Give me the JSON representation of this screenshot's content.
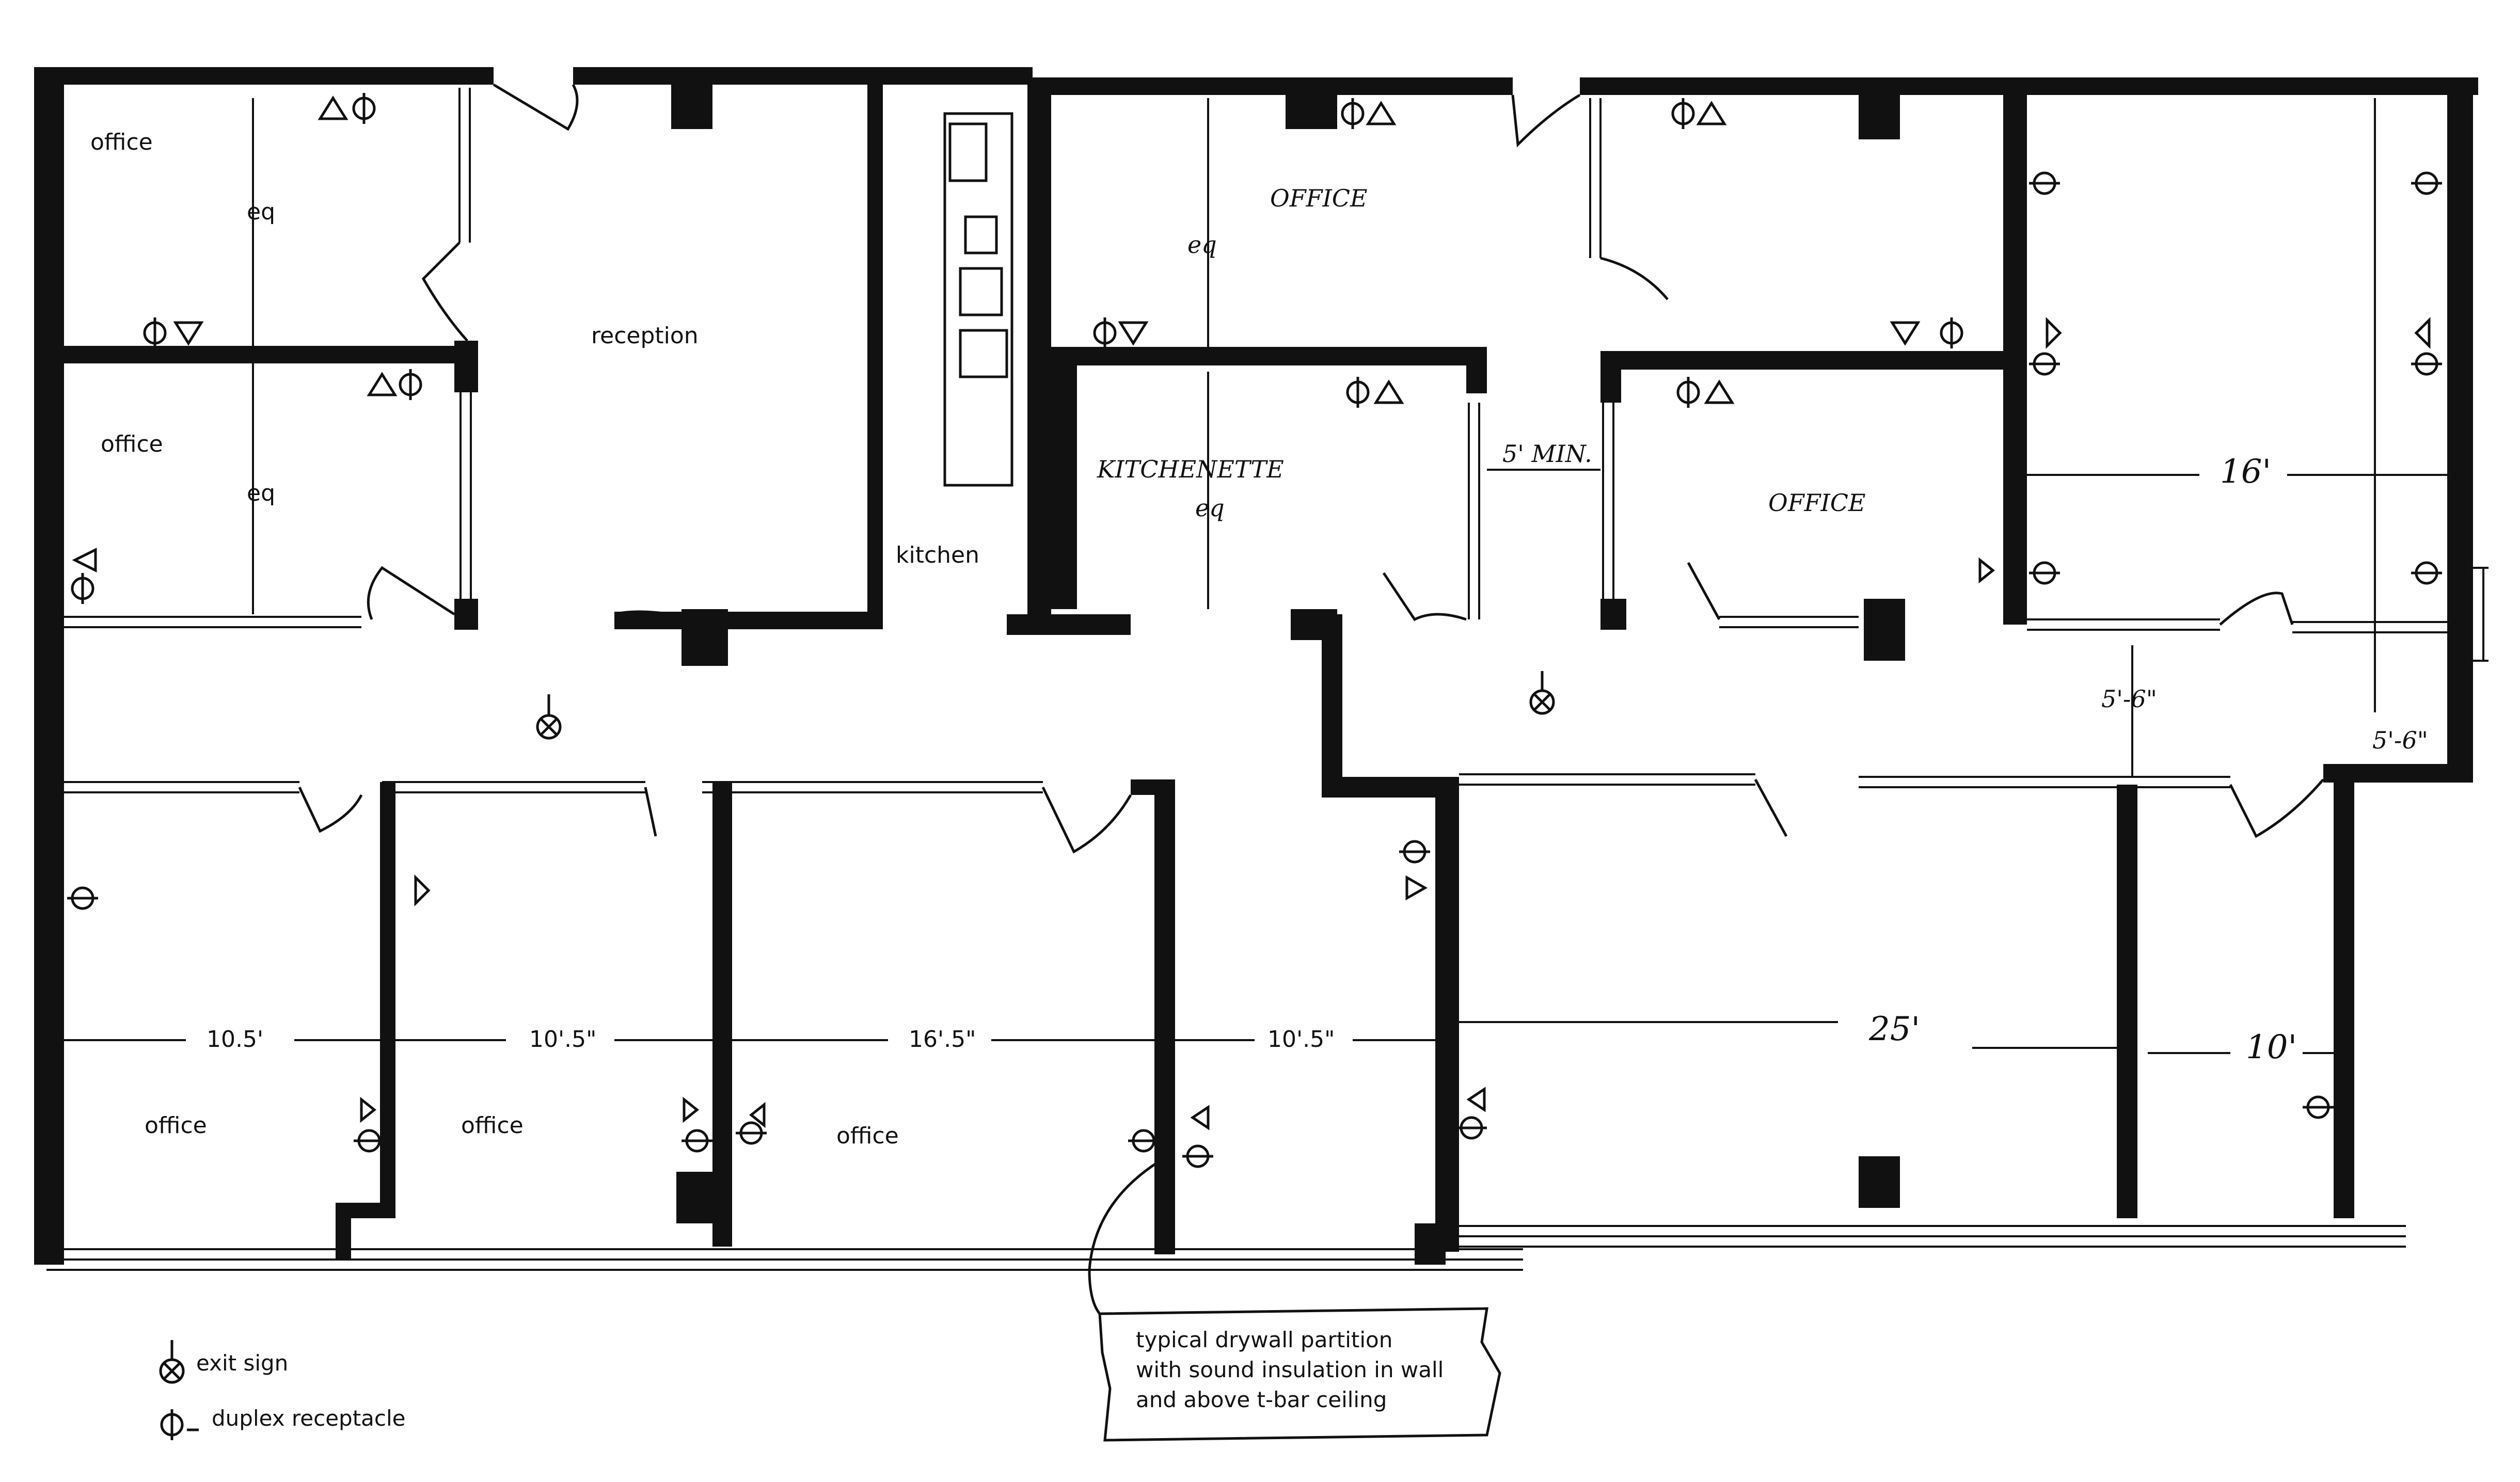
{
  "rooms": [
    {
      "id": "office-1",
      "label": "office"
    },
    {
      "id": "office-2",
      "label": "office"
    },
    {
      "id": "reception",
      "label": "reception"
    },
    {
      "id": "kitchen",
      "label": "kitchen"
    },
    {
      "id": "office-3",
      "label": "office"
    },
    {
      "id": "office-4",
      "label": "office"
    },
    {
      "id": "office-5",
      "label": "office"
    },
    {
      "id": "office-hand-1",
      "label": "OFFICE"
    },
    {
      "id": "office-hand-2",
      "label": "OFFICE"
    },
    {
      "id": "kitchenette",
      "label": "KITCHENETTE"
    }
  ],
  "equipment_labels": [
    "eq",
    "eq",
    "eq",
    "eq"
  ],
  "dimensions": {
    "d1": "10.5'",
    "d2": "10'.5\"",
    "d3": "16'.5\"",
    "d4": "10'.5\"",
    "d5": "25'",
    "d6": "10'",
    "d7": "16'",
    "d8": "5'-6\"",
    "d9": "5' MIN.",
    "d10": "5'-6\""
  },
  "callout": {
    "line1": "typical drywall partition",
    "line2": "with sound insulation in wall",
    "line3": "and above t-bar ceiling"
  },
  "legend": {
    "exit": "exit sign",
    "receptacle": "duplex receptacle"
  },
  "symbols": {
    "exit_sign": "exit-sign-icon",
    "duplex_receptacle": "duplex-receptacle-icon",
    "phone_outlet": "phone-outlet-icon"
  }
}
